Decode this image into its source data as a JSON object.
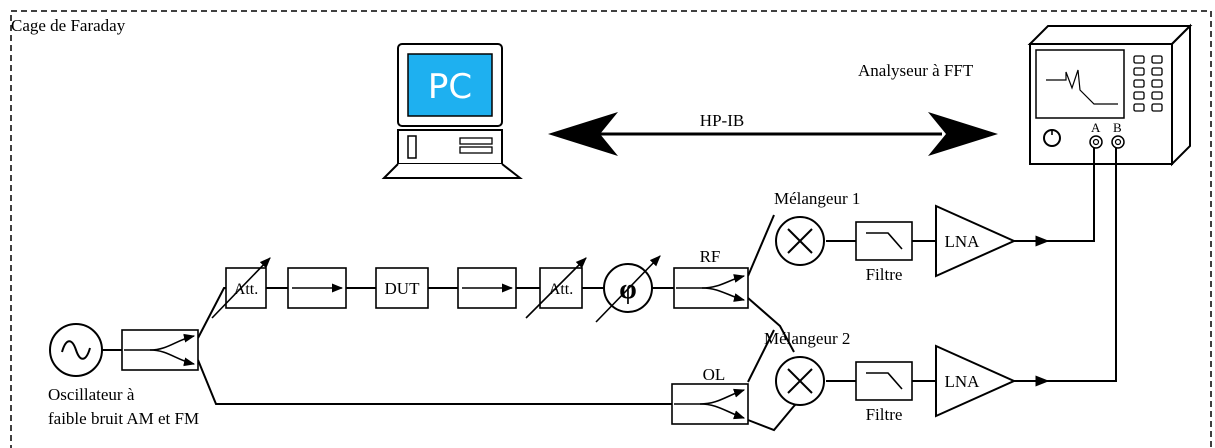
{
  "frame": {
    "label": "Cage de Faraday"
  },
  "computer": {
    "screen_text": "PC",
    "screen_color": "#1eb0f0"
  },
  "bus": {
    "label": "HP-IB"
  },
  "analyzer": {
    "label": "Analyseur à FFT",
    "port_a": "A",
    "port_b": "B"
  },
  "oscillator": {
    "line1": "Oscillateur à",
    "line2": "faible bruit AM et FM"
  },
  "blocks": {
    "att_1": "Att.",
    "dut": "DUT",
    "att_2": "Att.",
    "phase": "φ",
    "rf": "RF",
    "ol": "OL"
  },
  "mixers": {
    "mixer_1": "Mélangeur 1",
    "mixer_2": "Mélangeur 2"
  },
  "filters": {
    "filter_1": "Filtre",
    "filter_2": "Filtre"
  },
  "amplifiers": {
    "lna_1": "LNA",
    "lna_2": "LNA"
  }
}
